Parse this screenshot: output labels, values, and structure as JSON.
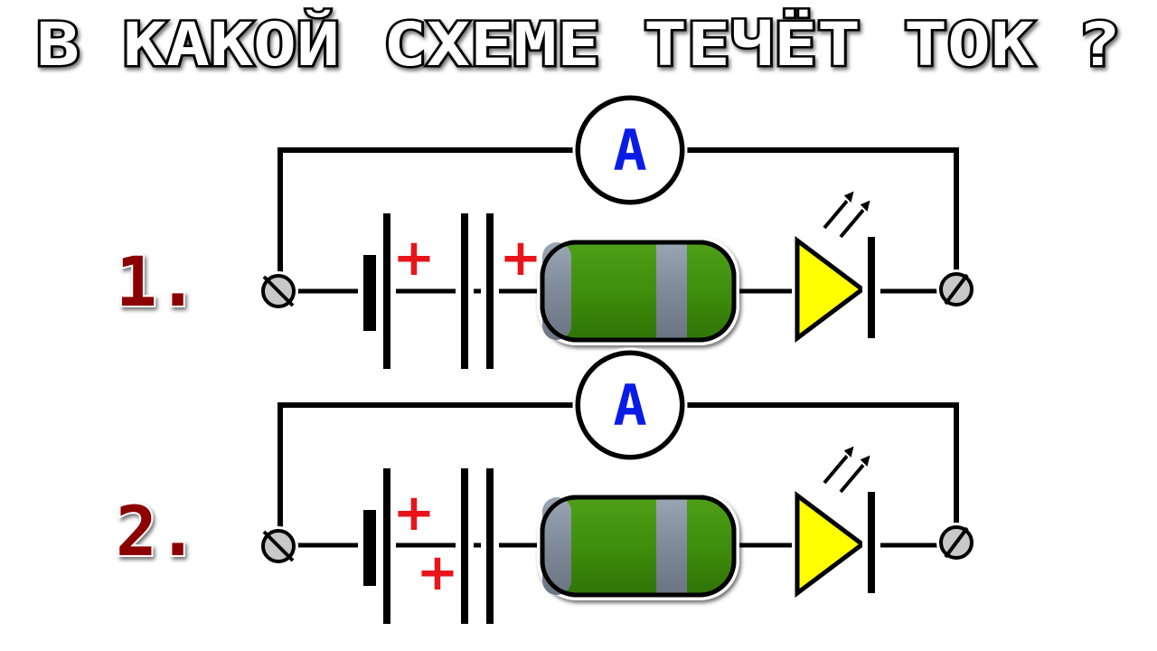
{
  "title": "В КАКОЙ СХЕМЕ ТЕЧЁТ ТОК ?",
  "circuits": [
    {
      "number": "1.",
      "meter_label": "A",
      "battery_plus": "+",
      "capacitor_plus": "+"
    },
    {
      "number": "2.",
      "meter_label": "A",
      "battery_plus": "+",
      "capacitor_plus": "+"
    }
  ],
  "colors": {
    "wire": "#000000",
    "outline": "#ffffff",
    "number": "#8b0000",
    "meter_letter": "#0a1be6",
    "plus": "#e8141a",
    "resistor_body": "#3f8e0c",
    "resistor_band": "#7f8a98",
    "led_fill": "#ffff00",
    "terminal_fill": "#c8c8c8"
  },
  "icons": [
    "ammeter-icon",
    "battery-icon",
    "capacitor-icon",
    "resistor-icon",
    "led-icon",
    "terminal-screw-icon"
  ]
}
